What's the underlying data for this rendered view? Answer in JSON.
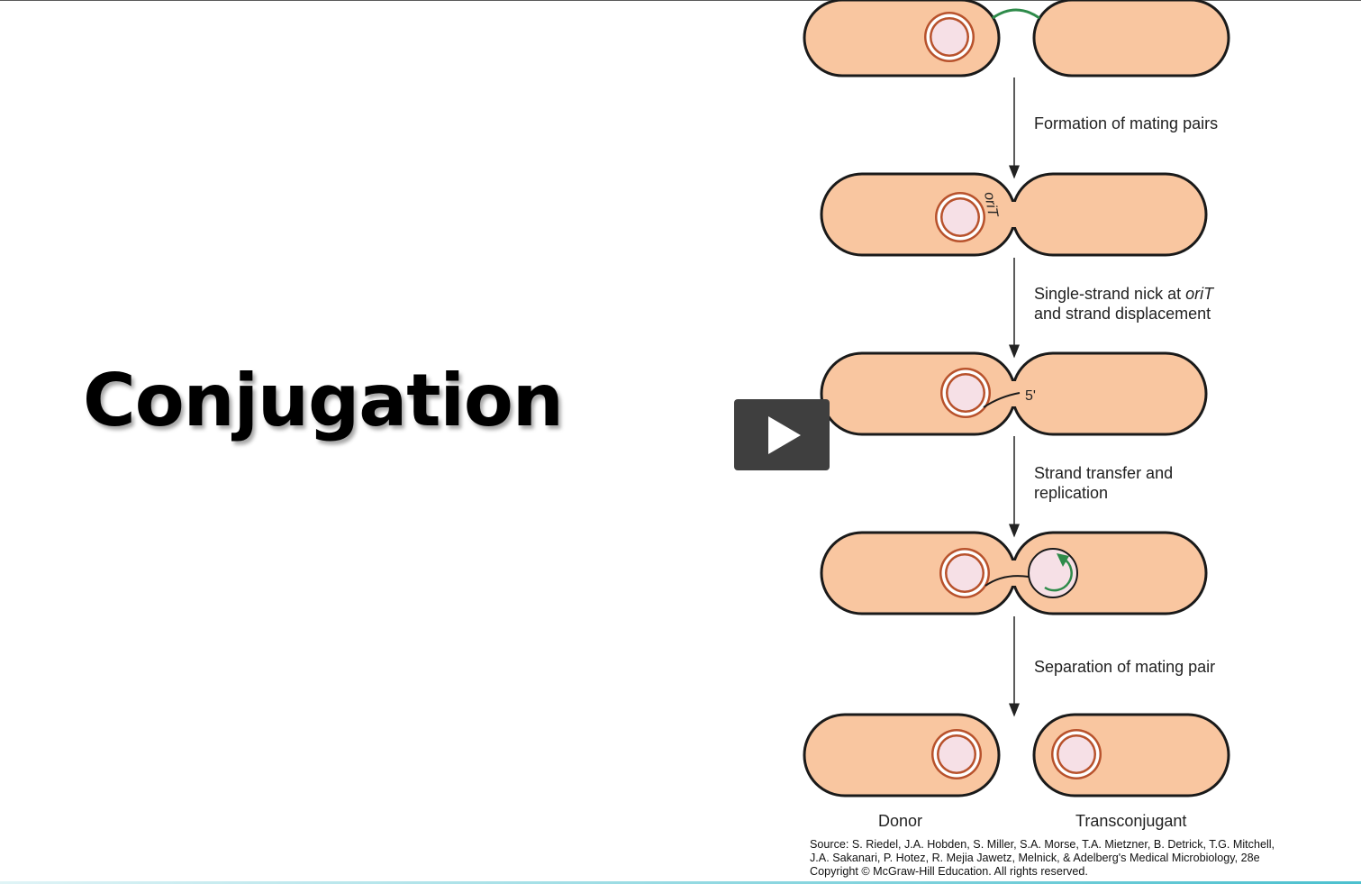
{
  "slide": {
    "title": "Conjugation"
  },
  "figure": {
    "steps": [
      "Formation of mating pairs",
      "Single-strand nick at ",
      "Strand transfer and",
      "Separation of mating pair"
    ],
    "step2": {
      "line1_prefix": "Single-strand nick at ",
      "line1_italic": "oriT",
      "line2": "and strand displacement"
    },
    "step3": {
      "line1": "Strand transfer and",
      "line2": "replication"
    },
    "labels": {
      "orit": "oriT",
      "five_prime": "5'",
      "donor": "Donor",
      "transconjugant": "Transconjugant"
    },
    "colors": {
      "cell_fill": "#f9c6a0",
      "plasmid_fill": "#f6e0e6",
      "plasmid_ring": "#b8522c",
      "pilus": "#2e8b4a"
    }
  },
  "source": {
    "line1": "Source: S. Riedel, J.A. Hobden, S. Miller, S.A. Morse, T.A. Mietzner, B. Detrick, T.G. Mitchell,",
    "line2": "J.A. Sakanari, P. Hotez, R. Mejia Jawetz, Melnick, & Adelberg's Medical Microbiology, 28e",
    "line3": "Copyright © McGraw-Hill Education. All rights reserved."
  },
  "player": {
    "play_icon": "play-icon"
  }
}
